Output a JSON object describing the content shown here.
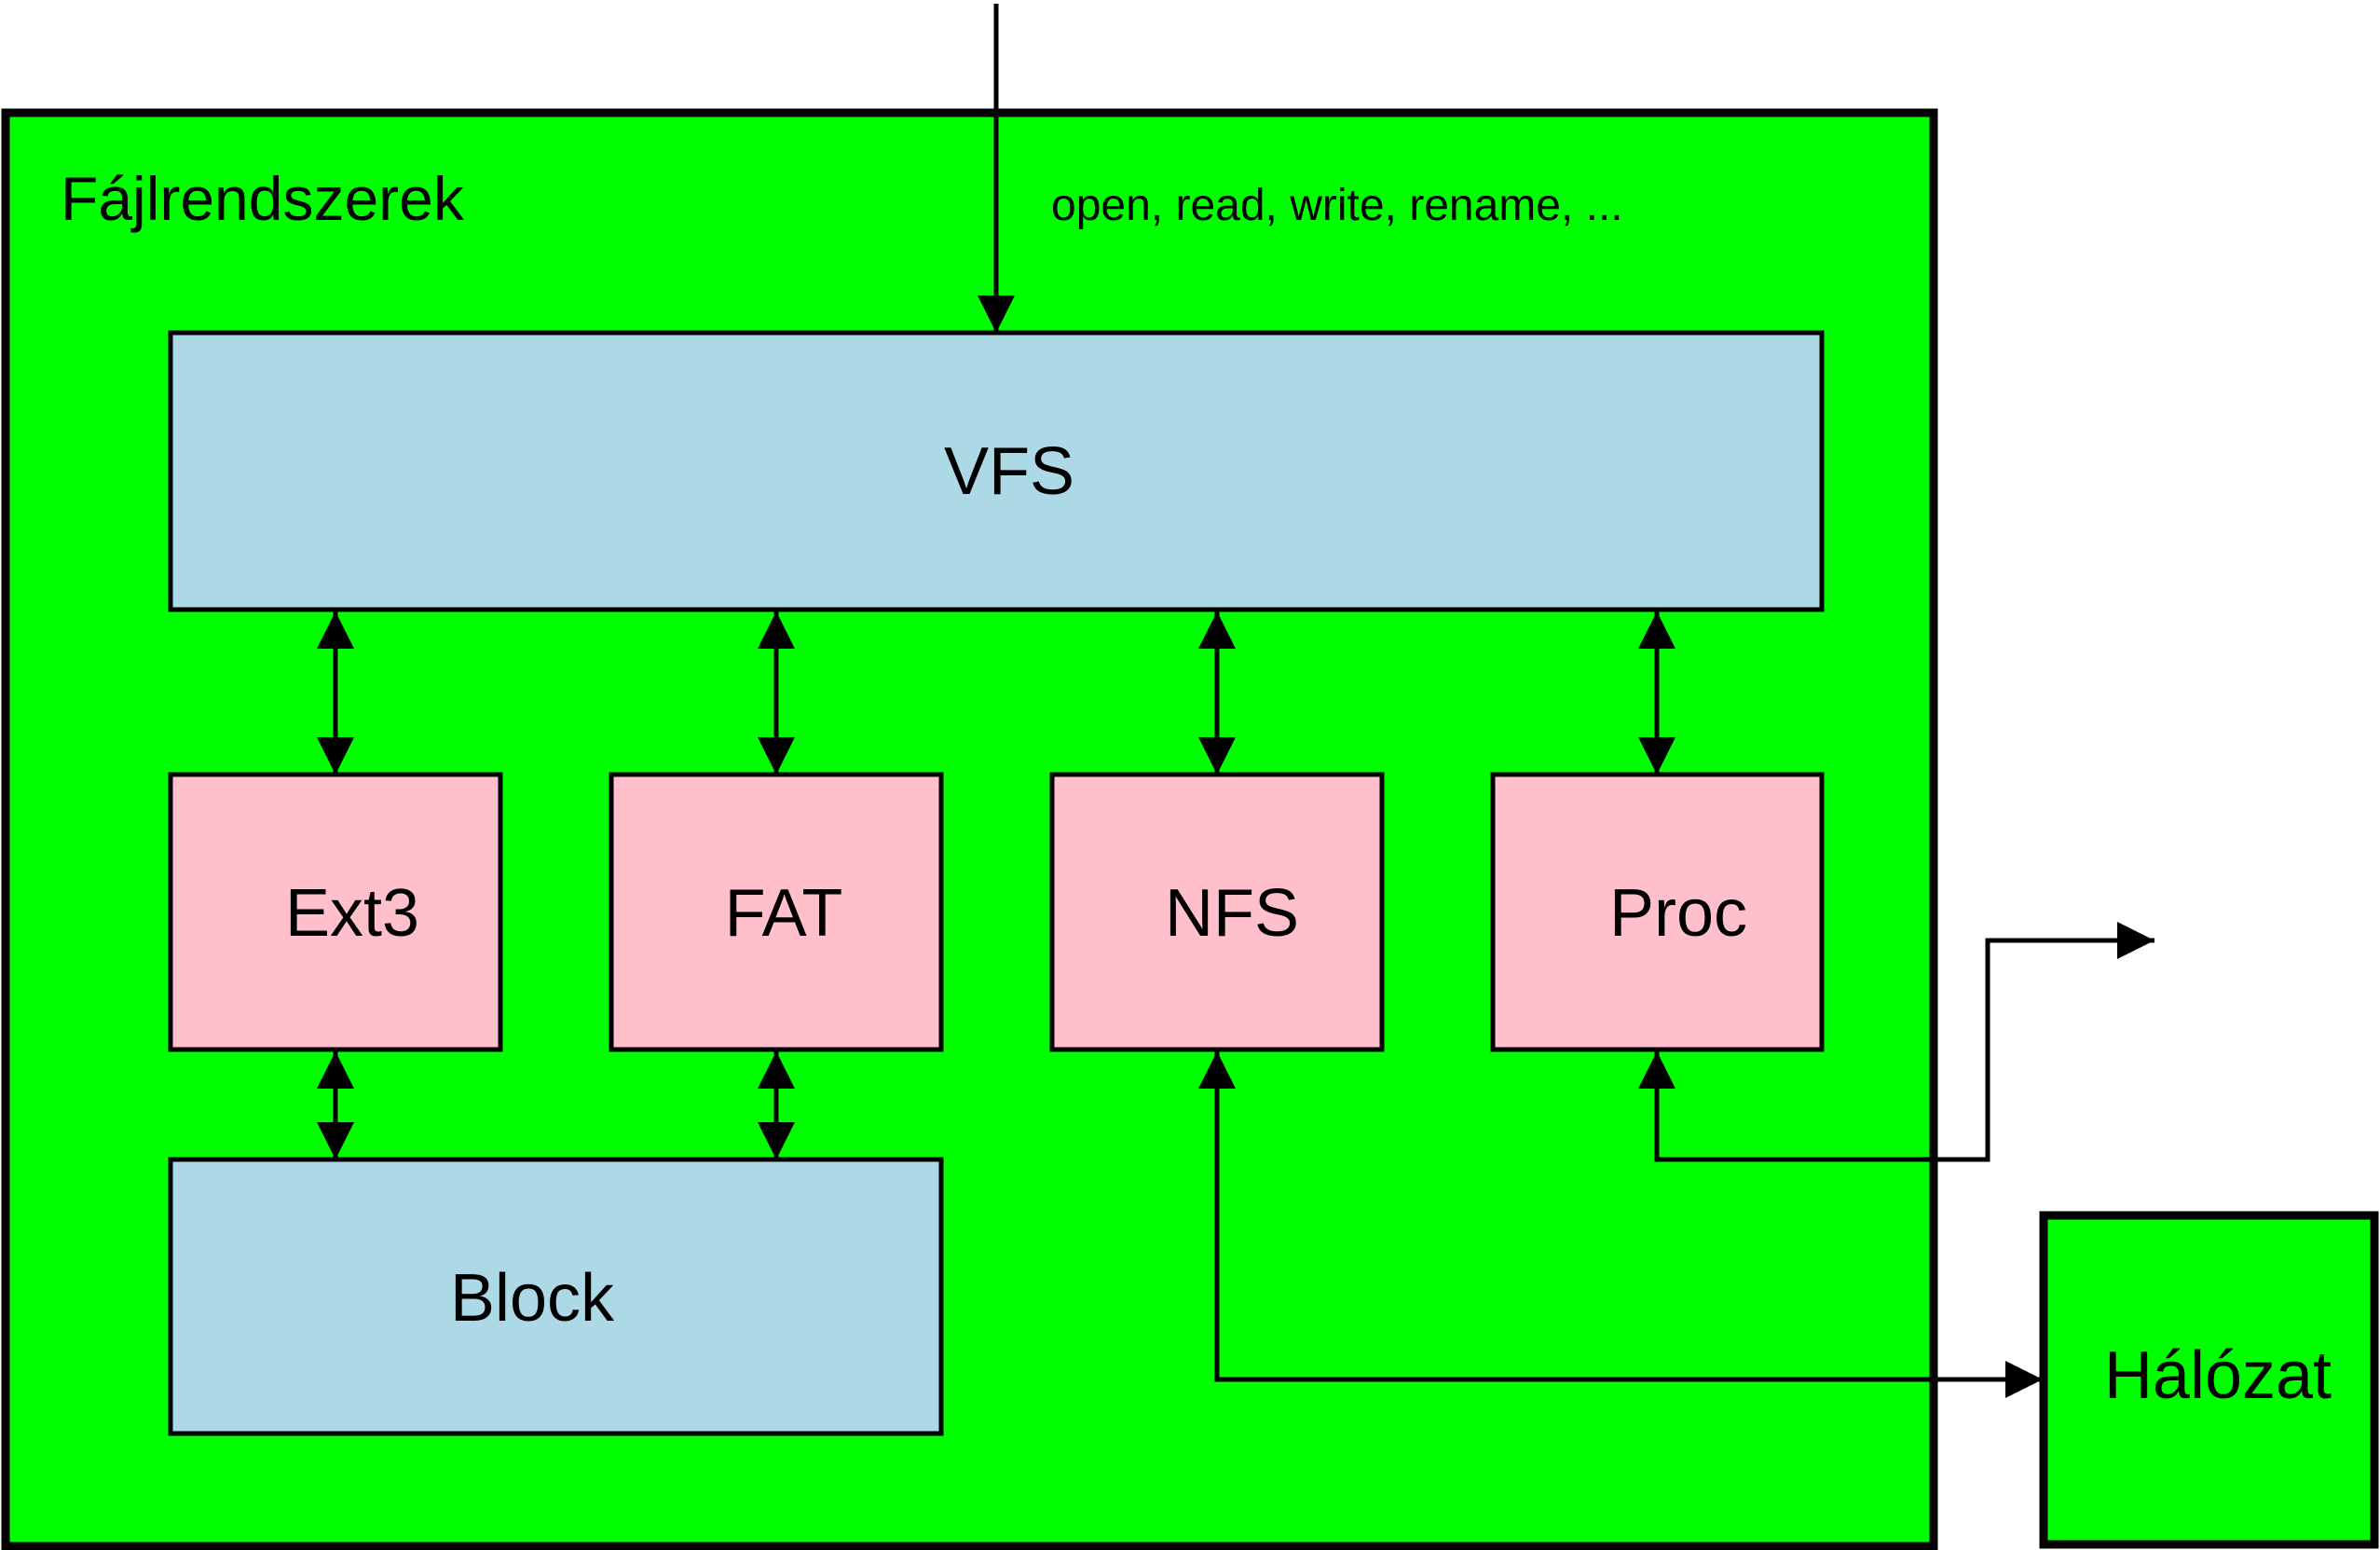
{
  "colors": {
    "container_fill": "#00ff00",
    "layer_fill": "#add8e6",
    "fs_fill": "#ffc0cb",
    "stroke": "#000000",
    "background": "#ffffff"
  },
  "container": {
    "title": "Fájlrendszerek"
  },
  "syscalls": {
    "label": "open, read, write, rename, ..."
  },
  "boxes": {
    "vfs": "VFS",
    "ext3": "Ext3",
    "fat": "FAT",
    "nfs": "NFS",
    "proc": "Proc",
    "block": "Block"
  },
  "network": {
    "label": "Hálózat"
  }
}
